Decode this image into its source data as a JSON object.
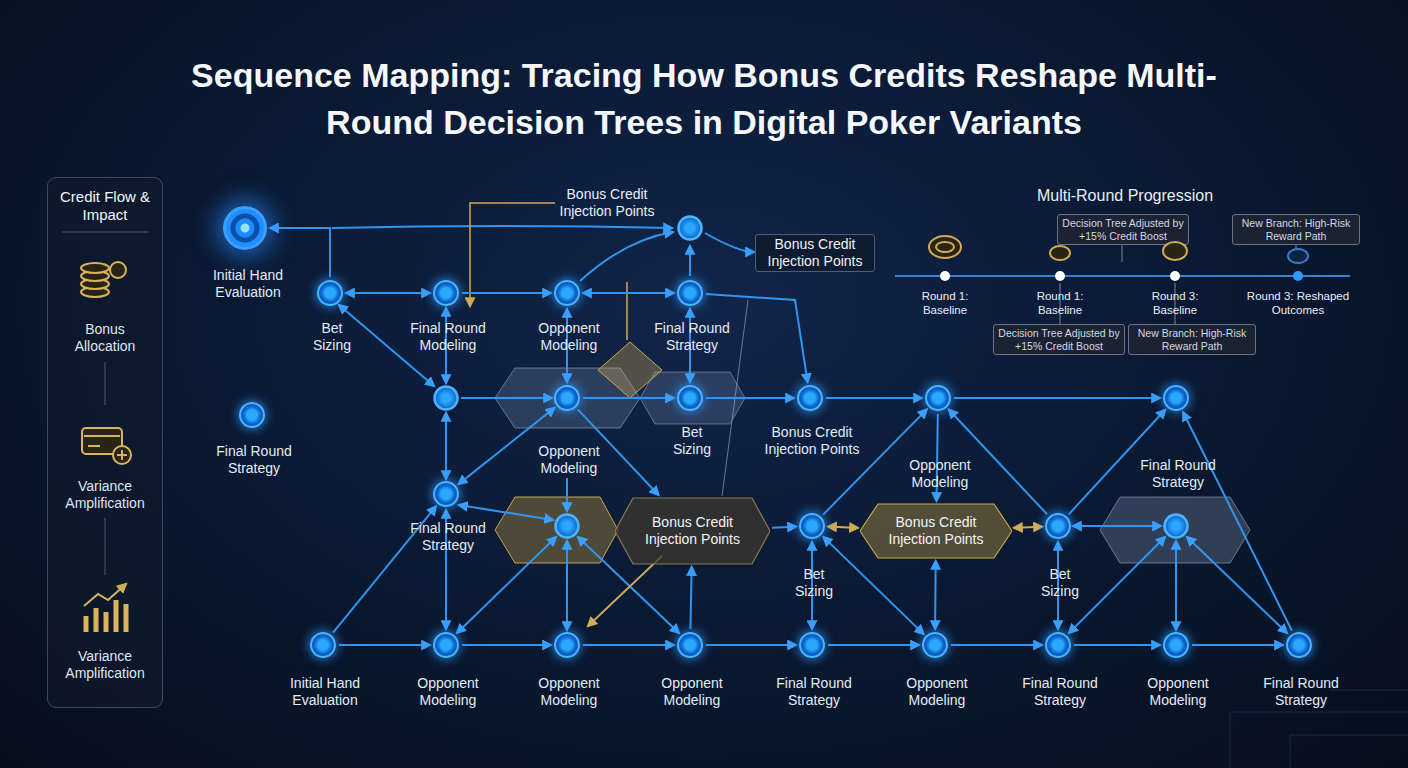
{
  "diagram": {
    "title": "Sequence Mapping: Tracing How Bonus Credits Reshape Multi-Round Decision Trees in Digital Poker Variants",
    "nodes": [
      {
        "text": [
          "Credit Flow & Impact",
          "Bonus Allocation",
          "Variance Amplification",
          "Variance Amplification"
        ]
      },
      {
        "text": [
          "Initial Hand Evaluation"
        ]
      },
      {
        "text": [
          "Bet Sizing"
        ]
      },
      {
        "text": [
          "Final Round Modeling"
        ]
      },
      {
        "text": [
          "Opponent Modeling"
        ]
      },
      {
        "text": [
          "Final Round Strategy"
        ]
      },
      {
        "text": [
          "Bonus Credit Injection Points"
        ]
      },
      {
        "text": [
          "Final Round Strategy"
        ]
      },
      {
        "text": [
          "Opponent Modeling"
        ]
      },
      {
        "text": [
          "Bet Sizing"
        ]
      },
      {
        "text": [
          "Bonus Credit Injection Points"
        ]
      },
      {
        "text": [
          "Opponent Modeling"
        ]
      },
      {
        "text": [
          "Final Round Strategy"
        ]
      },
      {
        "text": [
          "Final Round Strategy"
        ]
      },
      {
        "text": [
          "Bonus Credit Injection Points"
        ]
      },
      {
        "text": [
          "Bet Sizing"
        ]
      },
      {
        "text": [
          "Bonus Credit Injection Points"
        ]
      },
      {
        "text": [
          "Bet Sizing"
        ]
      },
      {
        "text": [
          "Initial Hand Evaluation"
        ]
      },
      {
        "text": [
          "Opponent Modeling"
        ]
      },
      {
        "text": [
          "Opponent Modeling"
        ]
      },
      {
        "text": [
          "Opponent Modeling"
        ]
      },
      {
        "text": [
          "Final Round Strategy"
        ]
      },
      {
        "text": [
          "Opponent Modeling"
        ]
      },
      {
        "text": [
          "Final Round Strategy"
        ]
      },
      {
        "text": [
          "Opponent Modeling"
        ]
      },
      {
        "text": [
          "Final Round Strategy"
        ]
      },
      {
        "text": [
          "Decision Tree Adjusted by +15% Credit Boost"
        ]
      },
      {
        "text": [
          "New Branch: High-Risk Reward Path"
        ]
      },
      {
        "text": [
          "Decision Tree Adjusted by +15% Credit Boost"
        ]
      },
      {
        "text": [
          "New Branch: High-Risk Reward Path"
        ]
      }
    ],
    "edges": [
      {
        "from": 2,
        "to": 1,
        "arrow": "to"
      },
      {
        "from": 2,
        "to": 3,
        "arrow": "both"
      },
      {
        "from": 3,
        "to": 4,
        "arrow": "to"
      },
      {
        "from": 4,
        "to": 5,
        "arrow": "both"
      },
      {
        "from": 5,
        "to": 10,
        "arrow": "to"
      },
      {
        "from": 4,
        "to": 8,
        "arrow": "both"
      },
      {
        "from": 5,
        "to": 9,
        "arrow": "both"
      },
      {
        "from": 8,
        "to": 9,
        "arrow": "to"
      },
      {
        "from": 9,
        "to": 10,
        "arrow": "to"
      },
      {
        "from": 10,
        "to": 11,
        "arrow": "to"
      },
      {
        "from": 11,
        "to": 12,
        "arrow": "to"
      },
      {
        "from": 18,
        "to": 13,
        "arrow": "to"
      },
      {
        "from": 13,
        "to": 8,
        "arrow": "both"
      },
      {
        "from": 13,
        "to": 19,
        "arrow": "both"
      },
      {
        "from": 8,
        "to": 14,
        "arrow": "to"
      },
      {
        "from": 14,
        "to": 15,
        "arrow": "to"
      },
      {
        "from": 15,
        "to": 16,
        "arrow": "both"
      },
      {
        "from": 16,
        "to": 17,
        "arrow": "both"
      },
      {
        "from": 15,
        "to": 11,
        "arrow": "to"
      },
      {
        "from": 17,
        "to": 11,
        "arrow": "to"
      },
      {
        "from": 17,
        "to": 12,
        "arrow": "to"
      },
      {
        "from": 11,
        "to": 16,
        "arrow": "to"
      },
      {
        "from": 18,
        "to": 19,
        "arrow": "to"
      },
      {
        "from": 19,
        "to": 20,
        "arrow": "to"
      },
      {
        "from": 20,
        "to": 21,
        "arrow": "to"
      },
      {
        "from": 21,
        "to": 22,
        "arrow": "to"
      },
      {
        "from": 22,
        "to": 23,
        "arrow": "to"
      },
      {
        "from": 23,
        "to": 24,
        "arrow": "to"
      },
      {
        "from": 24,
        "to": 25,
        "arrow": "to"
      },
      {
        "from": 25,
        "to": 26,
        "arrow": "to"
      },
      {
        "from": 21,
        "to": 14,
        "arrow": "to"
      },
      {
        "from": 22,
        "to": 15,
        "arrow": "both"
      },
      {
        "from": 23,
        "to": 16,
        "arrow": "both"
      },
      {
        "from": 24,
        "to": 17,
        "arrow": "both"
      },
      {
        "from": 26,
        "to": 12,
        "arrow": "to"
      },
      {
        "from": 23,
        "to": 15,
        "arrow": "both"
      }
    ],
    "labels": [
      "Bonus Credit Injection Points",
      "Multi-Round Progression",
      "Round 1: Baseline",
      "Round 1: Baseline",
      "Round 3: Baseline",
      "Round 3: Reshaped Outcomes"
    ]
  }
}
